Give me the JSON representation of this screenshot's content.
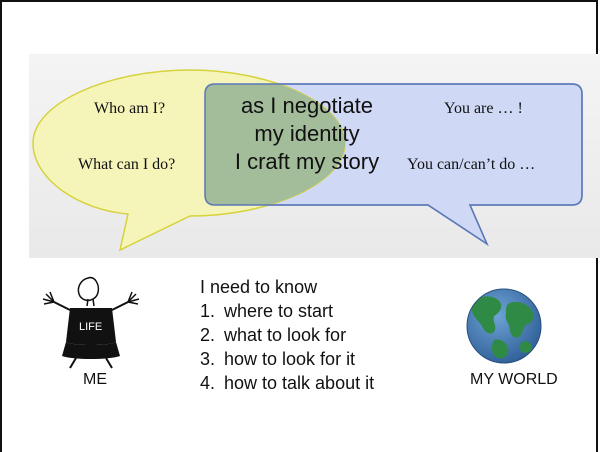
{
  "left_bubble": {
    "line1": "Who am I?",
    "line2": "What can I do?"
  },
  "right_bubble": {
    "line1": "You are … !",
    "line2": "You can/can’t do …"
  },
  "center": {
    "line1": "as I negotiate",
    "line2": "my identity",
    "line3": "I craft my story"
  },
  "list": {
    "heading": "I need to know",
    "items": [
      {
        "num": "1.",
        "text": "where to start"
      },
      {
        "num": "2.",
        "text": "what to look for"
      },
      {
        "num": "3.",
        "text": "how to look for it"
      },
      {
        "num": "4.",
        "text": "how to talk about it"
      }
    ]
  },
  "me": {
    "shirt_text": "LIFE",
    "label": "ME"
  },
  "world": {
    "label": "MY WORLD"
  },
  "colors": {
    "yellow_bubble": "#f6f5b4",
    "blue_bubble": "#cfd8f4",
    "overlap": "#a3bd9b",
    "ocean": "#3f78b4",
    "land": "#2f8a45"
  }
}
